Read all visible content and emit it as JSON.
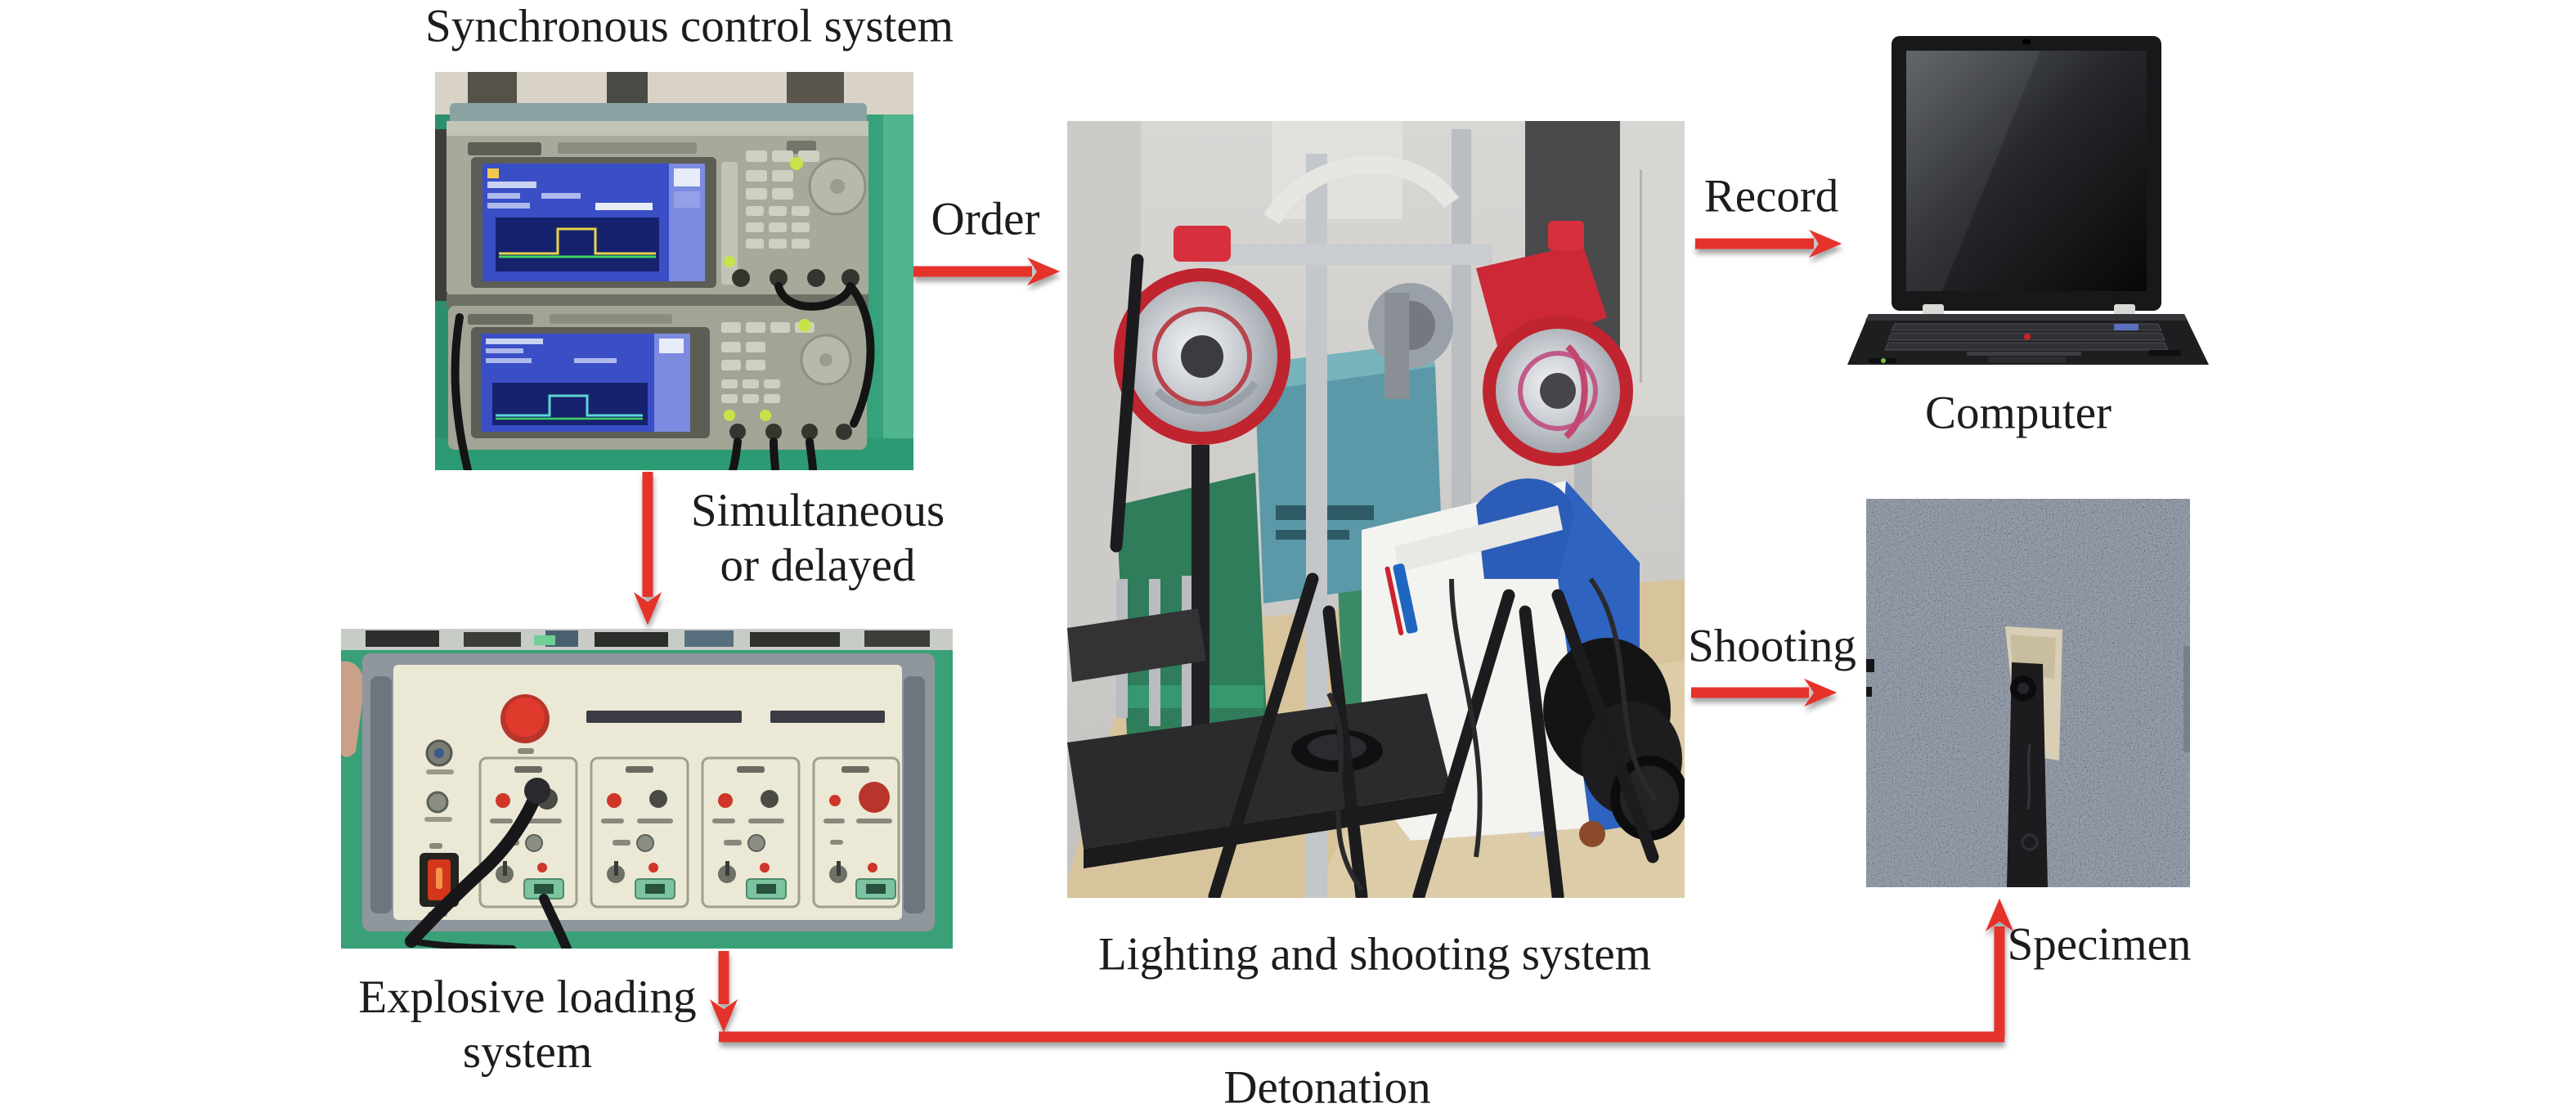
{
  "figure": {
    "title": "Synchronous control system",
    "captions": {
      "computer": "Computer",
      "lighting": "Lighting and shooting system",
      "explosive_line1": "Explosive loading",
      "explosive_line2": "system",
      "specimen": "Specimen"
    },
    "arrows": {
      "order": "Order",
      "record": "Record",
      "simultaneous_line1": "Simultaneous",
      "simultaneous_line2": "or delayed",
      "shooting": "Shooting",
      "detonation": "Detonation"
    },
    "colors": {
      "arrow": "#e5312a",
      "text": "#1f1b1c",
      "background": "#ffffff"
    }
  }
}
